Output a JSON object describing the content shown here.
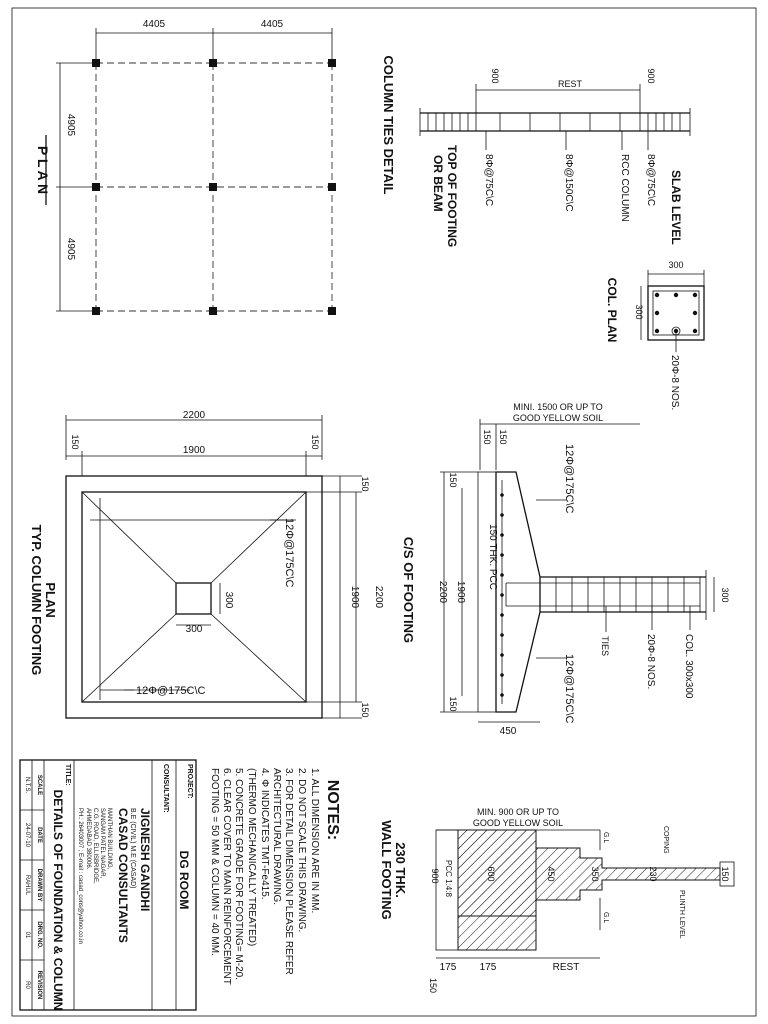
{
  "column_plan": {
    "title": "P L A N",
    "dim_top_1": "4405",
    "dim_top_2": "4405",
    "dim_left_1": "4905",
    "dim_left_2": "4905"
  },
  "column_ties": {
    "title": "COLUMN TIES DETAIL",
    "dim_900_a": "900",
    "dim_rest": "REST",
    "dim_900_b": "900",
    "label_ties_end_a": "8Φ@75C\\C",
    "label_ties_mid": "8Φ@150C\\C",
    "label_rcc": "RCC COLUMN",
    "label_ties_end_b": "8Φ@75C\\C",
    "label_top": "TOP OF FOOTING",
    "label_top_2": "OR BEAM",
    "label_slab": "SLAB LEVEL"
  },
  "col_plan": {
    "title": "COL. PLAN",
    "dim_w": "300",
    "dim_h": "300",
    "bars": "20Φ-8 NOS."
  },
  "footing_plan": {
    "title": "PLAN",
    "subtitle": "TYP. COLUMN FOOTING",
    "dim_2200_top": "2200",
    "dim_1900_top": "1900",
    "dim_150_a": "150",
    "dim_150_b": "150",
    "dim_150_c": "150",
    "dim_1900_right": "1900",
    "dim_2200_right": "2200",
    "dim_150_d": "150",
    "dim_col_300_a": "300",
    "dim_col_300_b": "300",
    "bar_1": "12Φ@175C\\C",
    "bar_2": "12Φ@175C\\C"
  },
  "cs_footing": {
    "title": "C/S OF FOOTING",
    "min_1": "MINI. 1500 OR UP TO",
    "min_2": "GOOD YELLOW SOIL",
    "dim_150_top": "150",
    "dim_150_top2": "150",
    "bar_top": "12Φ@175C\\C",
    "dim_150_left": "150",
    "label_pcc": "150 THK. PCC",
    "dim_2200": "2200",
    "dim_1900": "1900",
    "dim_300": "300",
    "label_ties": "TIES",
    "label_bars": "20Φ-8 NOS.",
    "label_col": "COL. 300x300",
    "bar_bottom": "12Φ@175C\\C",
    "dim_150_bottom": "150",
    "dim_450": "450"
  },
  "notes": {
    "title": "NOTES:",
    "lines": [
      "1. ALL DIMENSION ARE IN MM.",
      "2. DO NOT SCALE THIS DRAWING.",
      "3. FOR DETAIL DIMENSION PLEASE REFER",
      "   ARCHITECTURAL DRAWING.",
      "4. Φ INDICATES TMT-Fe415.",
      "   (THERMO MECHANICALLY TREATED)",
      "5. CONCRETE GRADE FOR FOOTING= M-20.",
      "6. CLEAR COVER TO MAIN REINFORCEMENT",
      "   FOOTING = 50 MM & COLUMN = 40 MM."
    ]
  },
  "wall_footing": {
    "title_1": "230 THK.",
    "title_2": "WALL FOOTING",
    "min_1": "MIN. 900 OR UP TO",
    "min_2": "GOOD YELLOW SOIL",
    "coping": "COPING",
    "gl_1": "G.L",
    "gl_2": "G.L",
    "plinth": "PLINTH LEVEL",
    "dim_150": "150",
    "dim_230": "230",
    "dim_350": "350",
    "dim_450": "450",
    "dim_600": "600",
    "dim_900": "900",
    "pcc": "PCC 1:4:8",
    "dim_175_a": "175",
    "dim_175_b": "175",
    "dim_rest": "REST",
    "dim_150_bottom": "150"
  },
  "title_block": {
    "project_label": "PROJECT:",
    "project": "DG ROOM",
    "consultant_label": "CONSULTANT:",
    "engineer": "JIGNESH GANDHI",
    "degree": "B.E (CIVIL) M.E (CASAD)",
    "firm": "CASAD CONSULTANTS",
    "addr_1": "MANTHAN BUILDING,",
    "addr_2": "SANGAM PATEL NAGAR,",
    "addr_3": "C.G. ROAD, ELLISBRIDGE,",
    "addr_4": "AHMEDABAD 380006.",
    "contact": "PH.: 26403007 ; E-mail : casad_cons@yahoo.co.in",
    "title_label": "TITLE:",
    "title": "DETAILS OF FOUNDATION & COLUMN",
    "h_scale": "SCALE",
    "h_date": "DATE",
    "h_drawn": "DRAWN BY",
    "h_dwg": "DRG. NO.",
    "h_rev": "REVISION",
    "v_scale": "N.T.S.",
    "v_date": "24-07-10",
    "v_drawn": "RAHUL",
    "v_dwg": "01",
    "v_rev": "R0"
  }
}
